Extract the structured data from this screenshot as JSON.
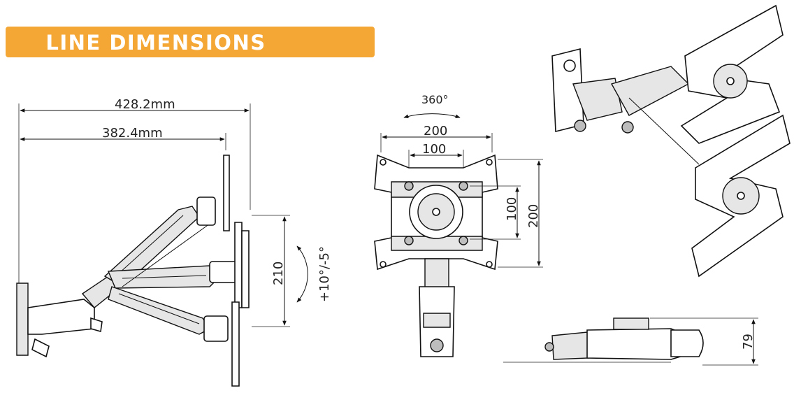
{
  "banner": {
    "title": "LINE DIMENSIONS",
    "color": "#f5a735"
  },
  "side_view": {
    "overall_width": "428.2",
    "mount_depth": "382.4",
    "unit": "mm",
    "vertical_travel": "210",
    "tilt_range": "+10°/-5°"
  },
  "front_view": {
    "rotation": "360°",
    "vesa_outer_h": "200",
    "vesa_inner_h": "100",
    "vesa_inner_v": "100",
    "vesa_outer_v": "200"
  },
  "bottom_view": {
    "profile_height": "79"
  },
  "colors": {
    "line": "#111111",
    "fill_light": "#e6e6e6",
    "fill_dark": "#bdbdbd"
  }
}
